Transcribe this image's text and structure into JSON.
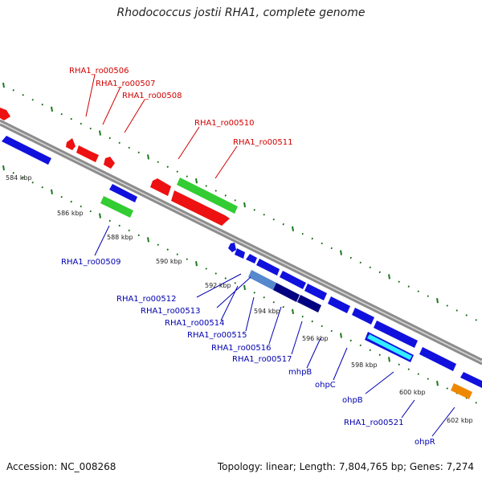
{
  "title": "Rhodococcus jostii RHA1, complete genome",
  "footer": {
    "accession": "Accession: NC_008268",
    "topology": "Topology: linear; Length: 7,804,765 bp; Genes: 7,274"
  },
  "colors": {
    "forward_gene": "#ee1111",
    "reverse_gene": "#1111dd",
    "highlight_green": "#33cc33",
    "backbone": "#888888",
    "dots": "#116611",
    "label_red": "#d00000",
    "label_blue": "#0000b0"
  },
  "scale_labels": [
    "584 kbp",
    "586 kbp",
    "588 kbp",
    "590 kbp",
    "592 kbp",
    "594 kbp",
    "596 kbp",
    "598 kbp",
    "600 kbp",
    "602 kbp"
  ],
  "top_gene_labels": [
    "RHA1_ro00506",
    "RHA1_ro00507",
    "RHA1_ro00508",
    "RHA1_ro00510",
    "RHA1_ro00511"
  ],
  "bottom_gene_labels": [
    "RHA1_ro00509",
    "RHA1_ro00512",
    "RHA1_ro00513",
    "RHA1_ro00514",
    "RHA1_ro00515",
    "RHA1_ro00516",
    "RHA1_ro00517",
    "mhpB",
    "ohpC",
    "ohpB",
    "RHA1_ro00521",
    "ohpR"
  ]
}
